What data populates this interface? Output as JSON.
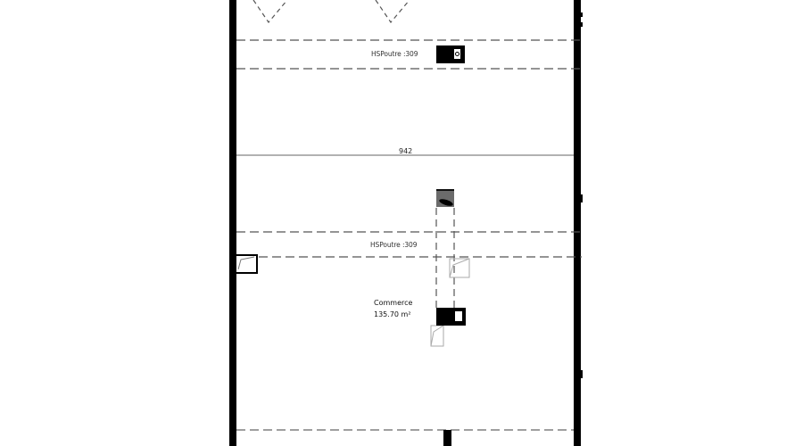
{
  "plan": {
    "room": {
      "name": "Commerce",
      "area": "135.70 m²"
    },
    "beams": [
      {
        "label": "HSPoutre :309"
      },
      {
        "label": "HSPoutre :309"
      }
    ],
    "dimension": {
      "value": "942"
    },
    "colors": {
      "wall": "#000000",
      "beam_line": "#555555",
      "dimension_line": "#666666",
      "shaft_fill": "#6b6b6b",
      "door_swing": "#aaaaaa"
    }
  }
}
